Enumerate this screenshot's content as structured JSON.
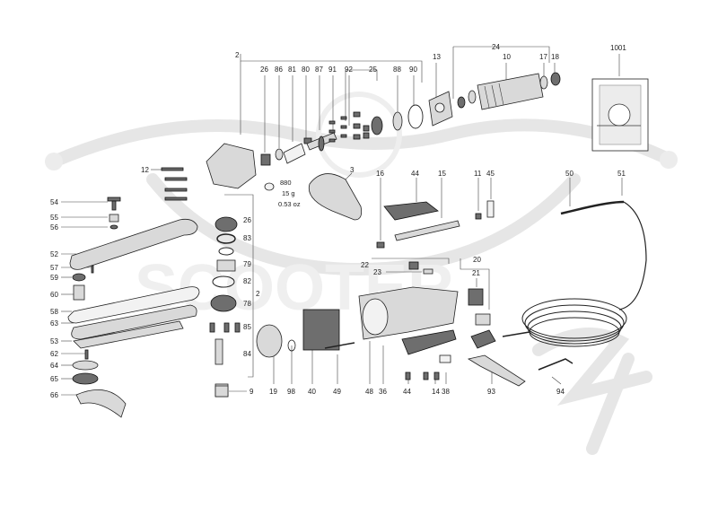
{
  "labels": {
    "l1": "2",
    "l2": "24",
    "l3": "1001",
    "l4": "26",
    "l5": "86",
    "l6": "81",
    "l7": "80",
    "l8": "87",
    "l9": "91",
    "l10": "92",
    "l11": "25",
    "l12": "88",
    "l13": "90",
    "l14": "13",
    "l15": "10",
    "l16": "17",
    "l17": "18",
    "l18": "12",
    "l19": "3",
    "l20": "16",
    "l21": "44",
    "l22": "15",
    "l23": "11",
    "l24": "45",
    "l25": "50",
    "l26": "51",
    "l27": "54",
    "l28": "55",
    "l29": "56",
    "l30": "26",
    "l31": "83",
    "l32": "52",
    "l33": "57",
    "l34": "79",
    "l35": "59",
    "l36": "82",
    "l37": "22",
    "l38": "23",
    "l39": "20",
    "l40": "21",
    "l41": "60",
    "l42": "2",
    "l43": "78",
    "l44": "58",
    "l45": "63",
    "l46": "85",
    "l47": "53",
    "l48": "62",
    "l49": "84",
    "l50": "64",
    "l51": "65",
    "l52": "66",
    "l53": "9",
    "l54": "19",
    "l55": "98",
    "l56": "40",
    "l57": "49",
    "l58": "48",
    "l59": "36",
    "l60": "44",
    "l61": "14",
    "l62": "38",
    "l63": "93",
    "l64": "94"
  },
  "grease": {
    "code": "880",
    "amount": "15 g",
    "amount_oz": "0.53 oz"
  },
  "watermark": "SCOOTER zip",
  "colors": {
    "ink": "#222222",
    "part_fill": "#d9d9d9",
    "part_dark": "#6e6e6e",
    "watermark": "#e6e6e6"
  }
}
